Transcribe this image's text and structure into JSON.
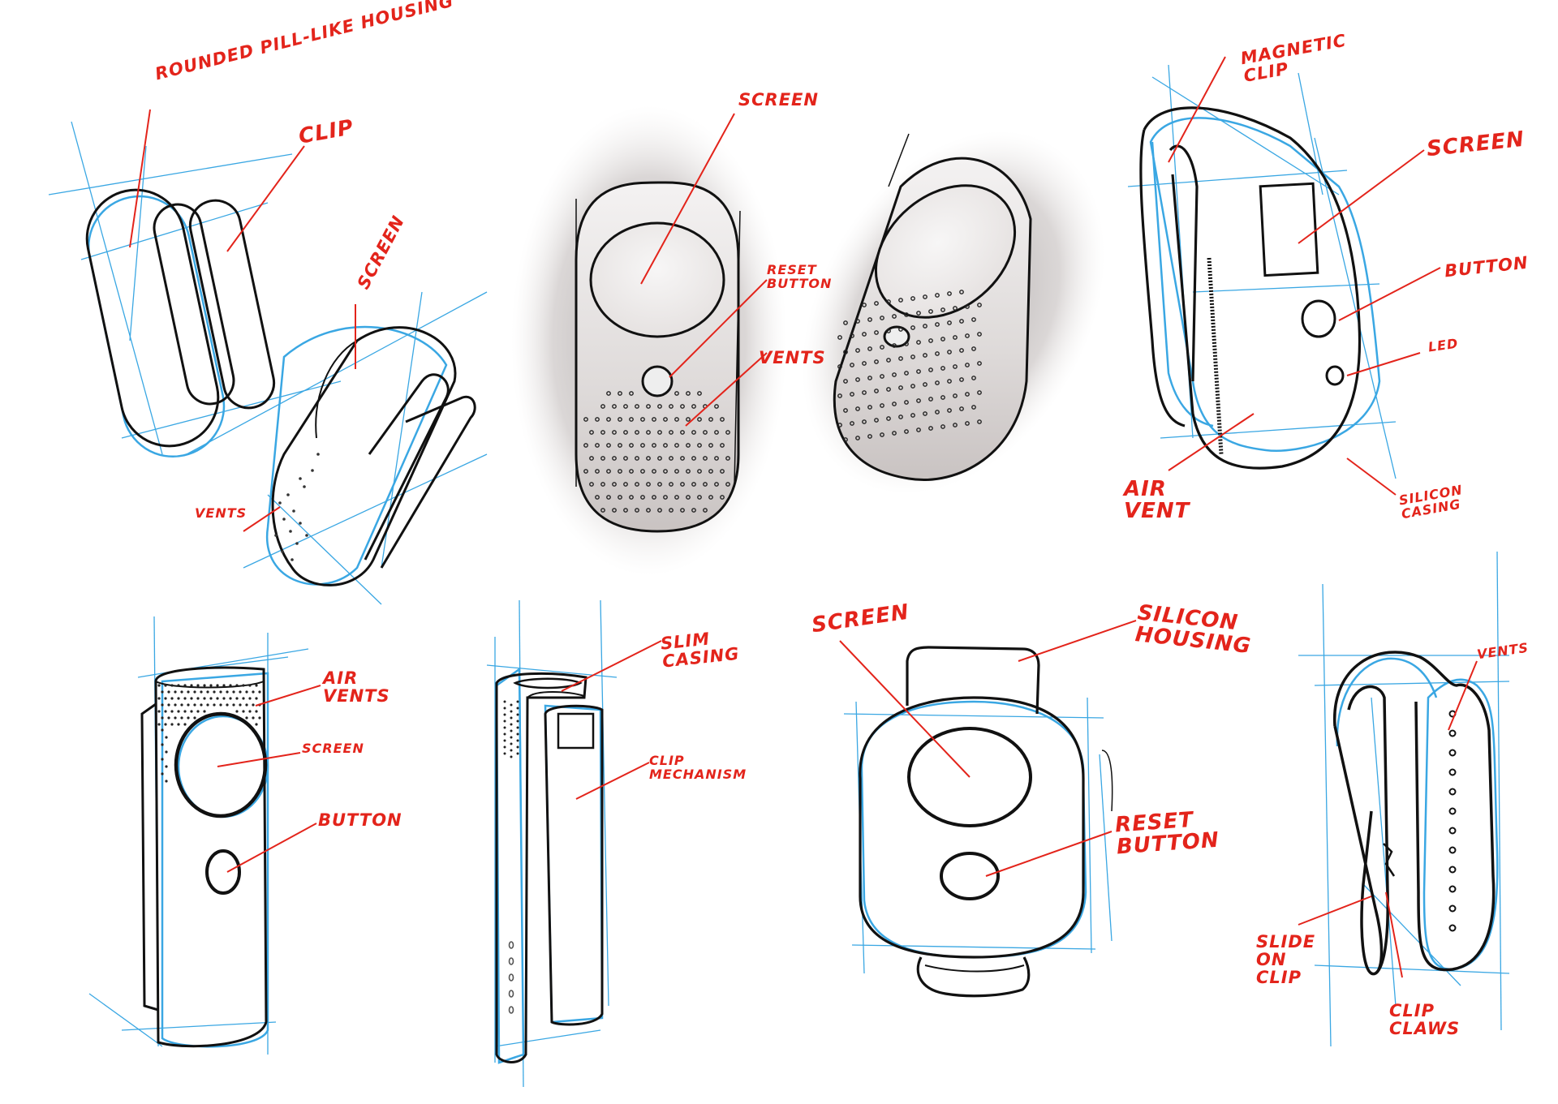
{
  "colors": {
    "ink": "#111111",
    "construction": "#3aa7e3",
    "annotation": "#e3241b",
    "shade": "#bdb6b5"
  },
  "sketches": [
    {
      "id": "pill-clip",
      "labels": {
        "housing": "Rounded pill-like housing",
        "clip": "Clip",
        "screen": "Screen",
        "vents": "Vents"
      }
    },
    {
      "id": "shaded-front",
      "labels": {
        "screen": "Screen",
        "reset_button": "Reset button",
        "vents": "Vents"
      }
    },
    {
      "id": "side-magnetic",
      "labels": {
        "magnetic_clip": "Magnetic clip",
        "screen": "Screen",
        "button": "Button",
        "led": "LED",
        "air_vent": "Air vent",
        "silicon_casing": "Silicon casing"
      }
    },
    {
      "id": "tall-front",
      "labels": {
        "air_vents": "Air vents",
        "screen": "Screen",
        "button": "Button"
      }
    },
    {
      "id": "slim",
      "labels": {
        "slim_casing": "Slim casing",
        "clip_mechanism": "Clip mechanism"
      }
    },
    {
      "id": "round-front",
      "labels": {
        "screen": "Screen",
        "silicon_housing": "Silicon housing",
        "reset_button": "Reset button"
      }
    },
    {
      "id": "side-clip",
      "labels": {
        "vents": "Vents",
        "slide_on_clip": "Slide on clip",
        "clip_claws": "Clip claws"
      }
    }
  ]
}
